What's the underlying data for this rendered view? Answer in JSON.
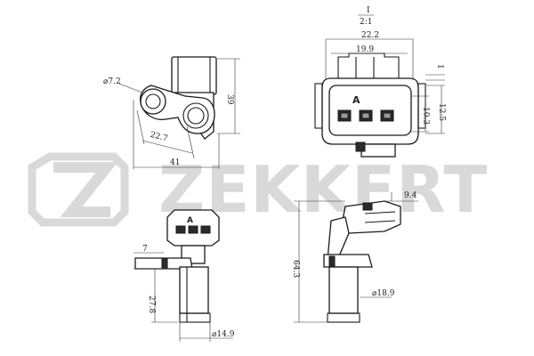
{
  "watermark": {
    "brand": "ZEKKERT"
  },
  "views": {
    "top_left": {
      "hole_diameter": "⌀7.2",
      "height": "39",
      "hole_spacing": "22.7",
      "width": "41"
    },
    "top_right": {
      "view_label": "I",
      "scale": "2:1",
      "overall_width": "22.2",
      "pin_span": "19.9",
      "offset": "1",
      "connector_height": "12.5",
      "pin_height": "10.3",
      "connector_letter": "A"
    },
    "bottom_left": {
      "flange_thickness": "7",
      "body_length": "27.8",
      "body_diameter": "⌀14.9",
      "connector_letter": "A"
    },
    "bottom_right": {
      "connector_offset": "9.4",
      "overall_length": "64.3",
      "tip_diameter": "⌀18.9"
    }
  }
}
